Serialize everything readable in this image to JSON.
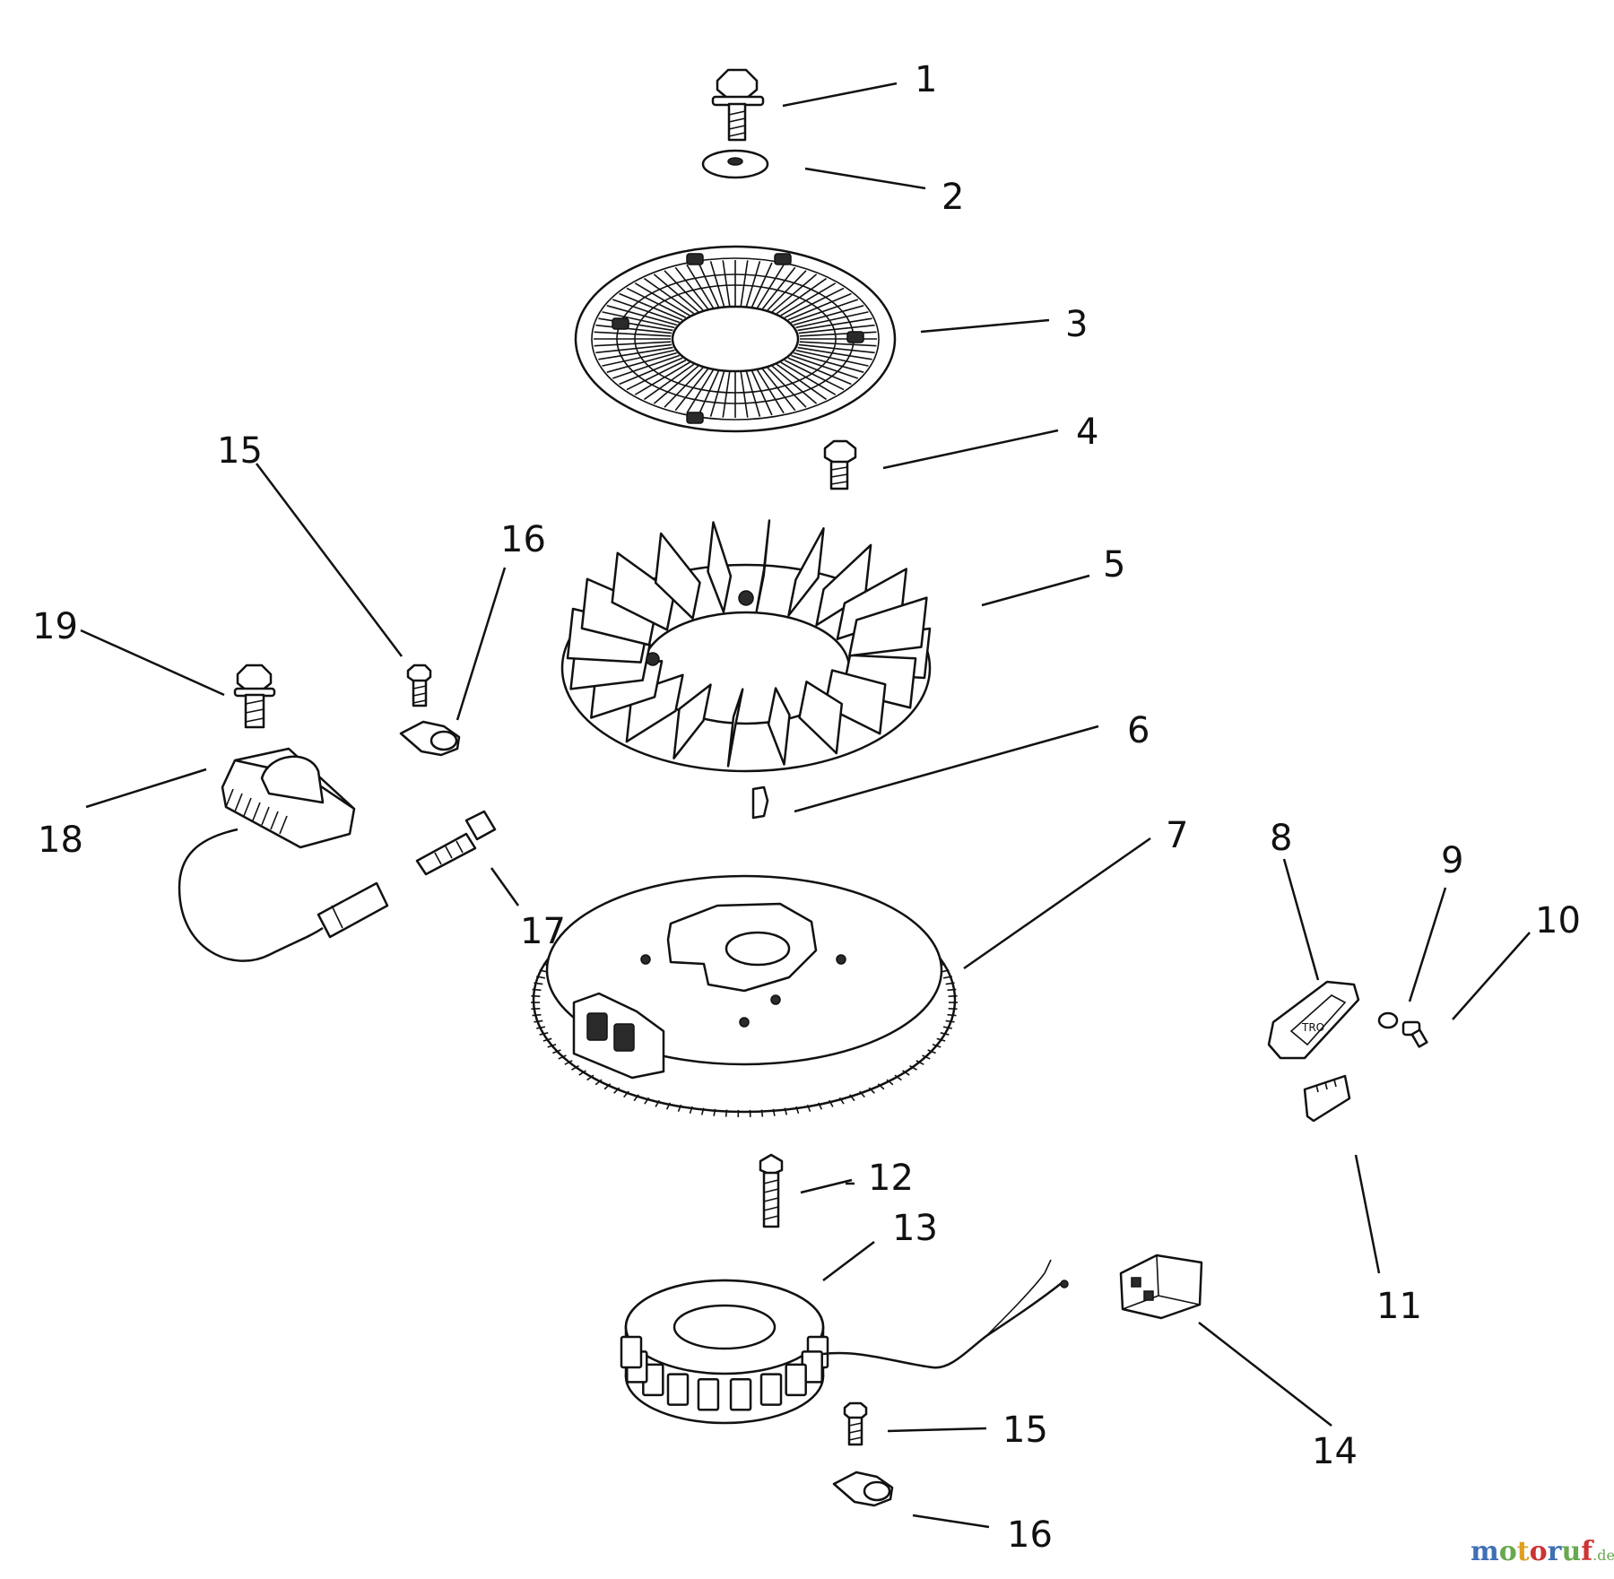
{
  "callouts": [
    {
      "id": "c1",
      "number": "1"
    },
    {
      "id": "c2",
      "number": "2"
    },
    {
      "id": "c3",
      "number": "3"
    },
    {
      "id": "c4",
      "number": "4"
    },
    {
      "id": "c5",
      "number": "5"
    },
    {
      "id": "c6",
      "number": "6"
    },
    {
      "id": "c7",
      "number": "7"
    },
    {
      "id": "c8",
      "number": "8"
    },
    {
      "id": "c9",
      "number": "9"
    },
    {
      "id": "c10",
      "number": "10"
    },
    {
      "id": "c11",
      "number": "11"
    },
    {
      "id": "c12",
      "number": "12"
    },
    {
      "id": "c13",
      "number": "13"
    },
    {
      "id": "c14",
      "number": "14"
    },
    {
      "id": "c15a",
      "number": "15"
    },
    {
      "id": "c15b",
      "number": "15"
    },
    {
      "id": "c16a",
      "number": "16"
    },
    {
      "id": "c16b",
      "number": "16"
    },
    {
      "id": "c17",
      "number": "17"
    },
    {
      "id": "c18",
      "number": "18"
    },
    {
      "id": "c19",
      "number": "19"
    }
  ],
  "watermark": {
    "text_main": "motoruf",
    "text_suffix": ".de",
    "colors": [
      "#3f6fb5",
      "#6aa84f",
      "#e0a020",
      "#cc3333",
      "#3f6fb5",
      "#6aa84f",
      "#cc3333"
    ]
  }
}
